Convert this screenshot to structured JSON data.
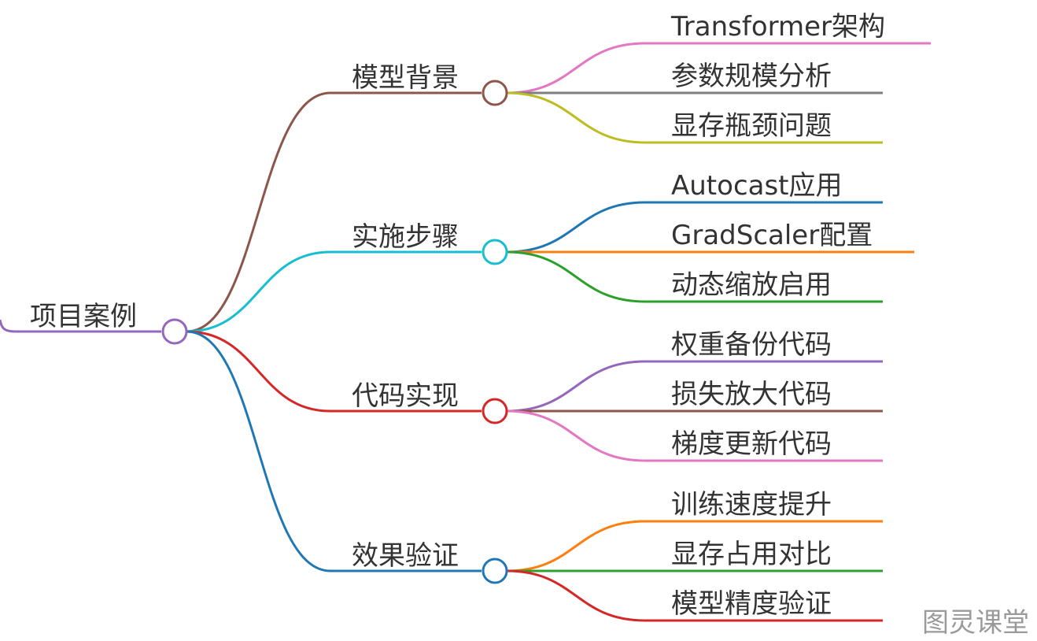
{
  "root": {
    "label": "项目案例",
    "color": "#9467bd"
  },
  "branches": [
    {
      "label": "模型背景",
      "color": "#8c564b",
      "children": [
        {
          "label": "Transformer架构",
          "color": "#e377c2"
        },
        {
          "label": "参数规模分析",
          "color": "#7f7f7f"
        },
        {
          "label": "显存瓶颈问题",
          "color": "#bcbd22"
        }
      ]
    },
    {
      "label": "实施步骤",
      "color": "#17becf",
      "children": [
        {
          "label": "Autocast应用",
          "color": "#1f77b4"
        },
        {
          "label": "GradScaler配置",
          "color": "#ff7f0e"
        },
        {
          "label": "动态缩放启用",
          "color": "#2ca02c"
        }
      ]
    },
    {
      "label": "代码实现",
      "color": "#d62728",
      "children": [
        {
          "label": "权重备份代码",
          "color": "#9467bd"
        },
        {
          "label": "损失放大代码",
          "color": "#8c564b"
        },
        {
          "label": "梯度更新代码",
          "color": "#e377c2"
        }
      ]
    },
    {
      "label": "效果验证",
      "color": "#1f77b4",
      "children": [
        {
          "label": "训练速度提升",
          "color": "#ff7f0e"
        },
        {
          "label": "显存占用对比",
          "color": "#2ca02c"
        },
        {
          "label": "模型精度验证",
          "color": "#d62728"
        }
      ]
    }
  ],
  "watermark": {
    "text": "图灵课堂"
  }
}
